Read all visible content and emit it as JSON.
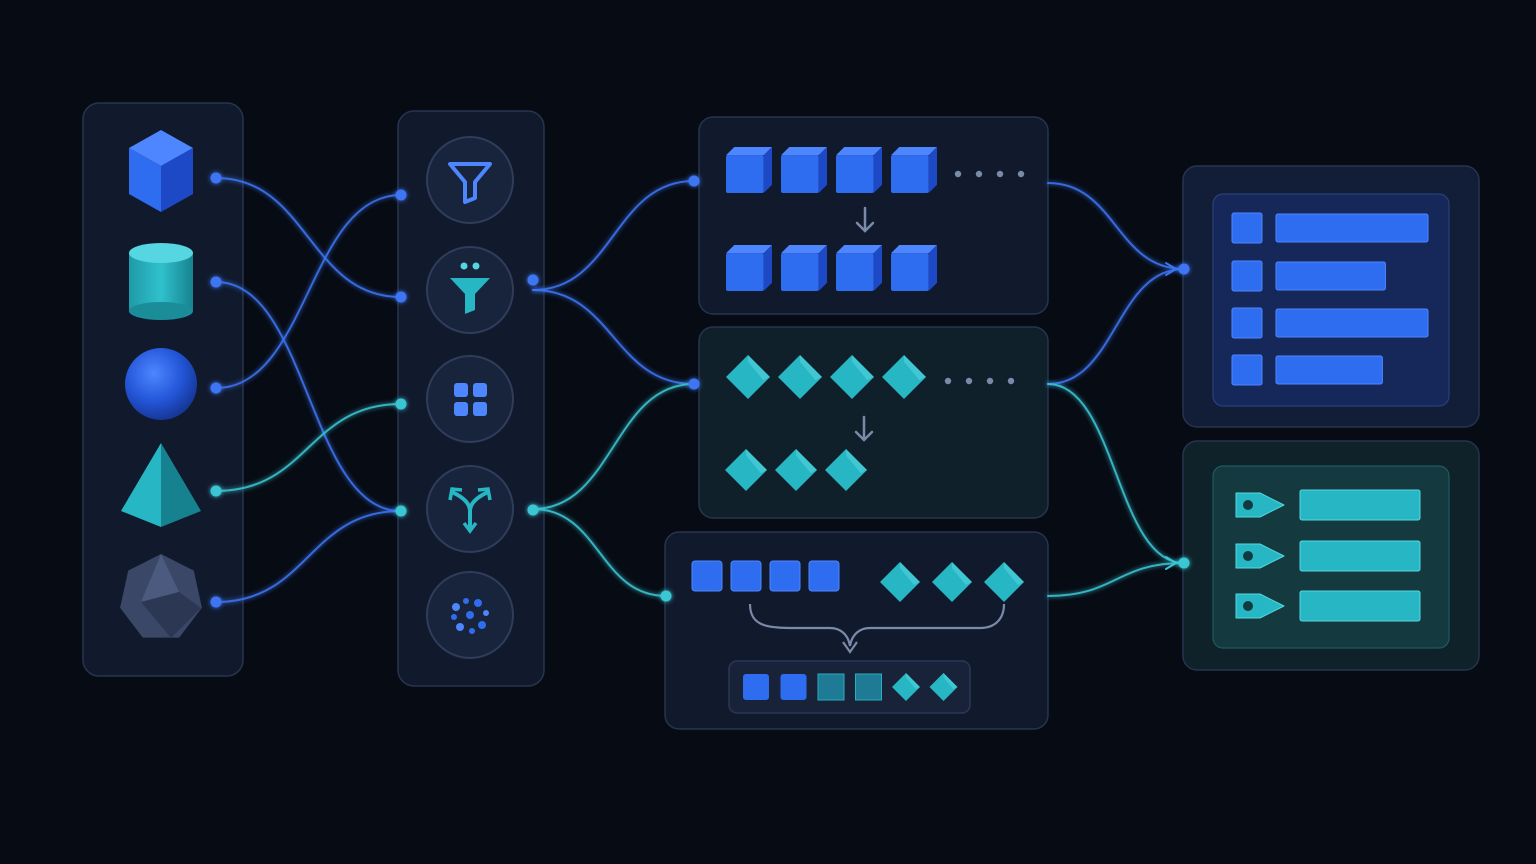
{
  "colors": {
    "background": "#070b14",
    "panel_fill": "#111a2d",
    "panel_stroke": "#27344e",
    "panel_teal_fill": "#0f2229",
    "node_fill": "#18243b",
    "blue": "#2f6df0",
    "blue_dark": "#1d49c7",
    "blue_light": "#4d86ff",
    "teal": "#27b7c4",
    "teal_dark": "#17828f",
    "teal_light": "#55d6e0",
    "slate": "#3a4766",
    "link_blue": "#3c74f2",
    "link_teal": "#3bc6d4",
    "arrow_gray": "#7b8aa8"
  },
  "diagram": {
    "layout": "left-to-right",
    "sources": [
      {
        "icon": "cube-icon",
        "color": "blue"
      },
      {
        "icon": "cylinder-icon",
        "color": "teal"
      },
      {
        "icon": "sphere-icon",
        "color": "blue"
      },
      {
        "icon": "pyramid-icon",
        "color": "teal"
      },
      {
        "icon": "polyhedron-icon",
        "color": "slate"
      }
    ],
    "operations": [
      {
        "icon": "filter-funnel-icon"
      },
      {
        "icon": "filter-funnel-dots-icon"
      },
      {
        "icon": "grid-squares-icon"
      },
      {
        "icon": "split-arrows-icon"
      },
      {
        "icon": "scatter-dots-icon"
      }
    ],
    "stages": [
      {
        "name": "blue-stream",
        "input_shape": "cube",
        "input_count": 4,
        "output_count": 4,
        "has_more": true
      },
      {
        "name": "teal-stream",
        "input_shape": "diamond",
        "input_count": 4,
        "output_count": 3,
        "has_more": true
      },
      {
        "name": "merge-stream",
        "left_count": 4,
        "right_count": 3,
        "merged": [
          "cube",
          "cube",
          "blend",
          "blend",
          "diamond",
          "diamond"
        ]
      }
    ],
    "outputs": [
      {
        "name": "blue-list",
        "row_icon": "square-icon",
        "bar_levels": [
          1.0,
          0.72,
          1.0,
          0.7
        ]
      },
      {
        "name": "teal-tags",
        "row_icon": "tag-icon",
        "bar_levels": [
          1.0,
          1.0,
          1.0
        ]
      }
    ],
    "links": [
      {
        "from": "source-0",
        "to": "op-1",
        "color": "link_blue"
      },
      {
        "from": "source-1",
        "to": "op-3",
        "color": "link_blue"
      },
      {
        "from": "source-2",
        "to": "op-0",
        "color": "link_blue"
      },
      {
        "from": "source-3",
        "to": "op-2",
        "color": "link_teal"
      },
      {
        "from": "source-4",
        "to": "op-3",
        "color": "link_blue"
      },
      {
        "from": "op-1",
        "to": "stage-0",
        "color": "link_blue"
      },
      {
        "from": "op-1",
        "to": "stage-1",
        "color": "link_blue"
      },
      {
        "from": "op-3",
        "to": "stage-1",
        "color": "link_teal"
      },
      {
        "from": "op-3",
        "to": "stage-2",
        "color": "link_teal"
      },
      {
        "from": "stage-0",
        "to": "output-0",
        "color": "link_blue"
      },
      {
        "from": "stage-1",
        "to": "output-0",
        "color": "link_blue"
      },
      {
        "from": "stage-1",
        "to": "output-1",
        "color": "link_teal"
      },
      {
        "from": "stage-2",
        "to": "output-1",
        "color": "link_teal"
      }
    ]
  }
}
